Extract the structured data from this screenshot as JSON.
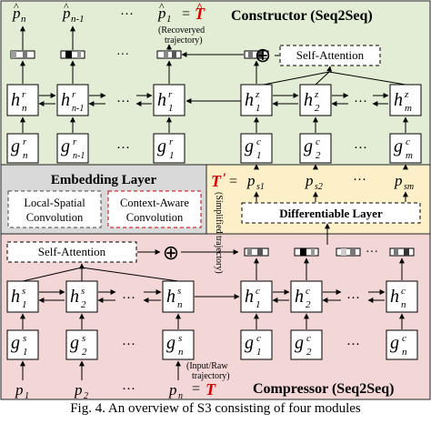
{
  "constructor": {
    "title": "Constructor (Seq2Seq)",
    "outputs": [
      "n",
      "n-1",
      "1"
    ],
    "traj_eq": "=",
    "traj_symbol": "T",
    "recovered_note_1": "(Recoveryed",
    "recovered_note_2": "trajectory)",
    "attention": "Self-Attention",
    "decoder_hidden": [
      {
        "base": "h",
        "sup": "r",
        "sub": "n"
      },
      {
        "base": "h",
        "sup": "r",
        "sub": "n-1"
      },
      {
        "base": "h",
        "sup": "r",
        "sub": "1"
      }
    ],
    "decoder_inputs": [
      {
        "base": "g",
        "sup": "r",
        "sub": "n"
      },
      {
        "base": "g",
        "sup": "r",
        "sub": "n-1"
      },
      {
        "base": "g",
        "sup": "r",
        "sub": "1"
      }
    ],
    "encoder_hidden": [
      {
        "base": "h",
        "sup": "z",
        "sub": "1"
      },
      {
        "base": "h",
        "sup": "z",
        "sub": "2"
      },
      {
        "base": "h",
        "sup": "z",
        "sub": "m"
      }
    ],
    "encoder_inputs": [
      {
        "base": "g",
        "sup": "c",
        "sub": "1"
      },
      {
        "base": "g",
        "sup": "c",
        "sub": "2"
      },
      {
        "base": "g",
        "sup": "c",
        "sub": "m"
      }
    ],
    "ellipsis": "···",
    "plus": "⊕"
  },
  "embedding": {
    "title": "Embedding Layer",
    "local_1": "Local-Spatial",
    "local_2": "Convolution",
    "context_1": "Context-Aware",
    "context_2": "Convolution"
  },
  "simplified": {
    "symbol": "T",
    "prime": "′",
    "eq": "=",
    "note": "(Simplified trajectory)",
    "points": [
      {
        "base": "p",
        "sub": "s1"
      },
      {
        "base": "p",
        "sub": "s2"
      },
      {
        "base": "p",
        "sub": "sm"
      }
    ],
    "diff_layer": "Differentiable Layer",
    "ellipsis": "···"
  },
  "compressor": {
    "title": "Compressor (Seq2Seq)",
    "attention": "Self-Attention",
    "plus": "⊕",
    "encoder_hidden": [
      {
        "base": "h",
        "sup": "s",
        "sub": "1"
      },
      {
        "base": "h",
        "sup": "s",
        "sub": "2"
      },
      {
        "base": "h",
        "sup": "s",
        "sub": "n"
      }
    ],
    "encoder_inputs": [
      {
        "base": "g",
        "sup": "s",
        "sub": "1"
      },
      {
        "base": "g",
        "sup": "s",
        "sub": "2"
      },
      {
        "base": "g",
        "sup": "s",
        "sub": "n"
      }
    ],
    "decoder_hidden": [
      {
        "base": "h",
        "sup": "c",
        "sub": "1"
      },
      {
        "base": "h",
        "sup": "c",
        "sub": "2"
      },
      {
        "base": "h",
        "sup": "c",
        "sub": "n"
      }
    ],
    "decoder_inputs": [
      {
        "base": "g",
        "sup": "c",
        "sub": "1"
      },
      {
        "base": "g",
        "sup": "c",
        "sub": "2"
      },
      {
        "base": "g",
        "sup": "c",
        "sub": "n"
      }
    ],
    "raw_points": [
      {
        "base": "p",
        "sub": "1"
      },
      {
        "base": "p",
        "sub": "2"
      },
      {
        "base": "p",
        "sub": "n"
      }
    ],
    "raw_eq": "=",
    "raw_symbol": "T",
    "raw_note_1": "(Input/Raw",
    "raw_note_2": "trajectory)",
    "ellipsis": "···"
  },
  "caption": "Fig. 4.   An overview of S3 consisting of four modules",
  "colors": {
    "constructor_bg": "#e3edd5",
    "embedding_bg": "#d9d9d9",
    "simplified_bg": "#fdf0c8",
    "compressor_bg": "#f3d6d6",
    "accent_red": "#d40000"
  }
}
